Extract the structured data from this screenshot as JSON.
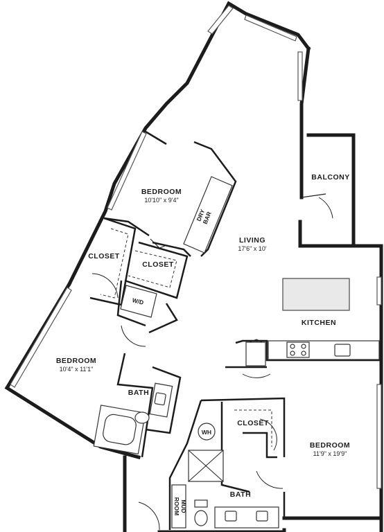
{
  "rooms": {
    "bedroom_top": {
      "name": "BEDROOM",
      "dims": "10'10\" x 9'4\""
    },
    "bedroom_left": {
      "name": "BEDROOM",
      "dims": "10'4\" x 11'1\""
    },
    "bedroom_right": {
      "name": "BEDROOM",
      "dims": "11'9\" x 19'9\""
    },
    "living": {
      "name": "LIVING",
      "dims": "17'6\" x 10'"
    },
    "kitchen": {
      "name": "KITCHEN"
    },
    "balcony": {
      "name": "BALCONY"
    },
    "closet_left": {
      "name": "CLOSET"
    },
    "closet_mid": {
      "name": "CLOSET"
    },
    "closet_right": {
      "name": "CLOSET"
    },
    "bath_left": {
      "name": "BATH"
    },
    "bath_right": {
      "name": "BATH"
    }
  },
  "fixtures": {
    "dry_bar": {
      "line1": "DRY",
      "line2": "BAR"
    },
    "washer_dryer": "W/D",
    "water_heater": "WH",
    "mud_room": {
      "line1": "MUD",
      "line2": "ROOM"
    }
  }
}
